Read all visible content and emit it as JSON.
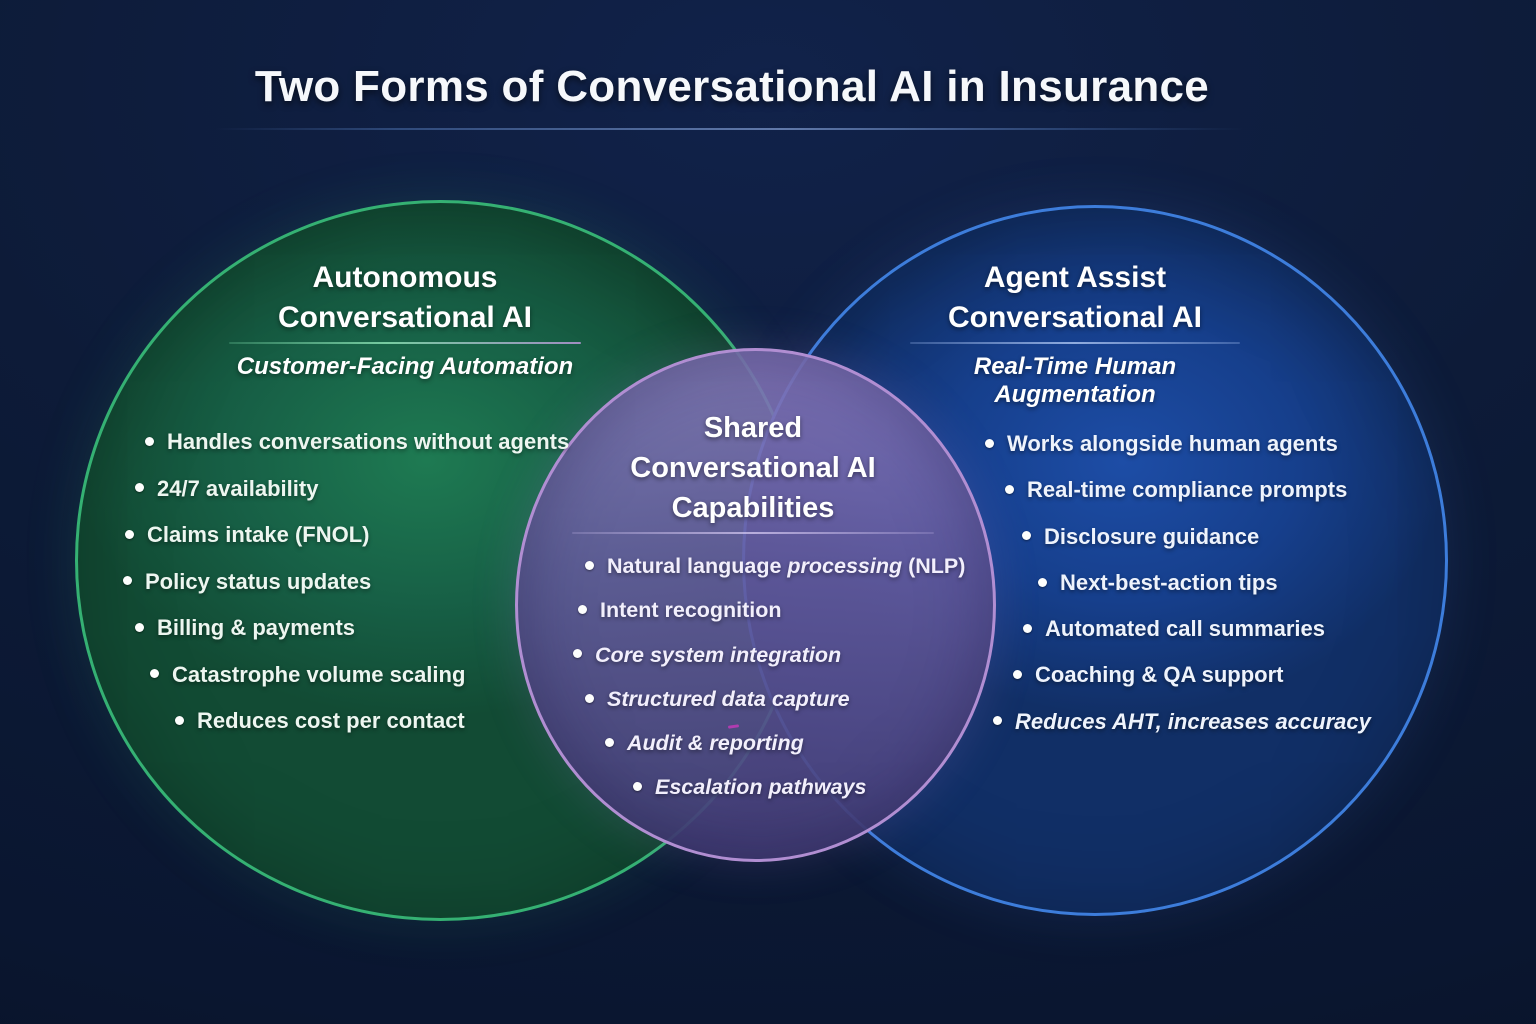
{
  "title": "Two Forms of Conversational AI in Insurance",
  "left_circle": {
    "title_line1": "Autonomous",
    "title_line2": "Conversational AI",
    "subtitle": "Customer-Facing Automation",
    "bullets": [
      {
        "text": "Handles conversations without agents",
        "italic": false
      },
      {
        "text": "24/7 availability",
        "italic": false
      },
      {
        "text": "Claims intake (FNOL)",
        "italic": false
      },
      {
        "text": "Policy status updates",
        "italic": false
      },
      {
        "text": "Billing & payments",
        "italic": false
      },
      {
        "text": "Catastrophe volume scaling",
        "italic": false
      },
      {
        "text": "Reduces cost per contact",
        "italic": false
      }
    ]
  },
  "center_circle": {
    "title_line1": "Shared",
    "title_line2": "Conversational AI",
    "title_line3": "Capabilities",
    "bullets": [
      {
        "parts": [
          {
            "text": "Natural language ",
            "italic": false
          },
          {
            "text": "processing",
            "italic": true
          },
          {
            "text": " (NLP)",
            "italic": false
          }
        ]
      },
      {
        "text": "Intent recognition",
        "italic": false
      },
      {
        "text": "Core system integration",
        "italic": true
      },
      {
        "text": "Structured data capture",
        "italic": true
      },
      {
        "text": "Audit & reporting",
        "italic": true
      },
      {
        "text": "Escalation pathways",
        "italic": true
      }
    ]
  },
  "right_circle": {
    "title_line1": "Agent Assist",
    "title_line2": "Conversational AI",
    "subtitle": "Real-Time Human Augmentation",
    "bullets": [
      {
        "text": "Works alongside human agents",
        "italic": false
      },
      {
        "text": "Real-time compliance prompts",
        "italic": false
      },
      {
        "text": "Disclosure guidance",
        "italic": false
      },
      {
        "text": "Next-best-action tips",
        "italic": false
      },
      {
        "text": "Automated call summaries",
        "italic": false
      },
      {
        "text": "Coaching & QA support",
        "italic": false
      },
      {
        "text": "Reduces AHT, increases accuracy",
        "italic": true
      }
    ]
  },
  "colors": {
    "background": "#0d1b38",
    "green_border": "#35b173",
    "green_fill": "#176046",
    "blue_border": "#3d7ddb",
    "blue_fill": "#163f8c",
    "purple_border": "#b18ed2",
    "purple_fill": "#685da1",
    "text": "#ffffff",
    "stray_mark": "#c23ab8"
  }
}
